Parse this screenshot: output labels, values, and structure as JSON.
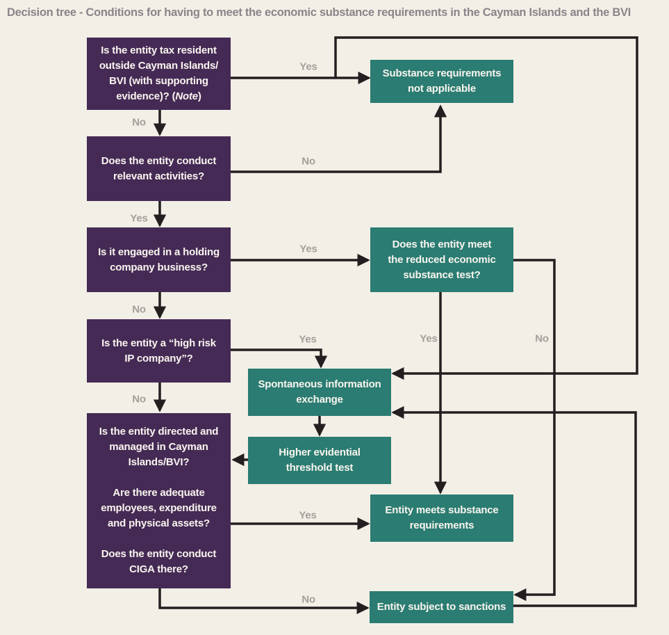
{
  "title": "Decision tree - Conditions for having to meet the economic substance requirements in the Cayman Islands and the BVI",
  "colors": {
    "background": "#f2efe7",
    "question_box": "#452a55",
    "outcome_box": "#2b7c72",
    "connector_line": "#231e1f",
    "edge_label_gray": "#a3a09b",
    "title_gray": "#8a8589",
    "box_text": "#f9f5ef"
  },
  "questions": {
    "q1": {
      "text": "Is the entity tax resident\noutside Cayman Islands/\nBVI (with supporting\nevidence)? (",
      "note": "Note",
      "close": ")"
    },
    "q2": {
      "text": "Does the entity conduct\nrelevant activities?"
    },
    "q3": {
      "text": "Is it engaged in a holding\ncompany business?"
    },
    "q4": {
      "text": "Is the entity a “high risk\nIP company”?"
    },
    "q5": {
      "text": "Is the entity directed and\nmanaged in Cayman\nIslands/BVI?\n\nAre there adequate\nemployees, expenditure\nand physical assets?\n\nDoes the entity conduct\nCIGA there?"
    }
  },
  "outcomes": {
    "not_applicable": "Substance requirements\nnot applicable",
    "reduced_test": "Does the entity meet\nthe reduced economic\nsubstance test?",
    "spontaneous_exchange": "Spontaneous information\nexchange",
    "higher_threshold": "Higher evidential\nthreshold test",
    "meets_requirements": "Entity meets substance\nrequirements",
    "sanctions": "Entity subject to sanctions"
  },
  "edge_labels": {
    "q1_yes": "Yes",
    "q1_no": "No",
    "q2_no": "No",
    "q2_yes": "Yes",
    "q3_yes": "Yes",
    "q3_no": "No",
    "q4_yes": "Yes",
    "q4_no": "No",
    "t2_yes": "Yes",
    "t2_no": "No",
    "q5_yes": "Yes",
    "q5_no": "No"
  }
}
